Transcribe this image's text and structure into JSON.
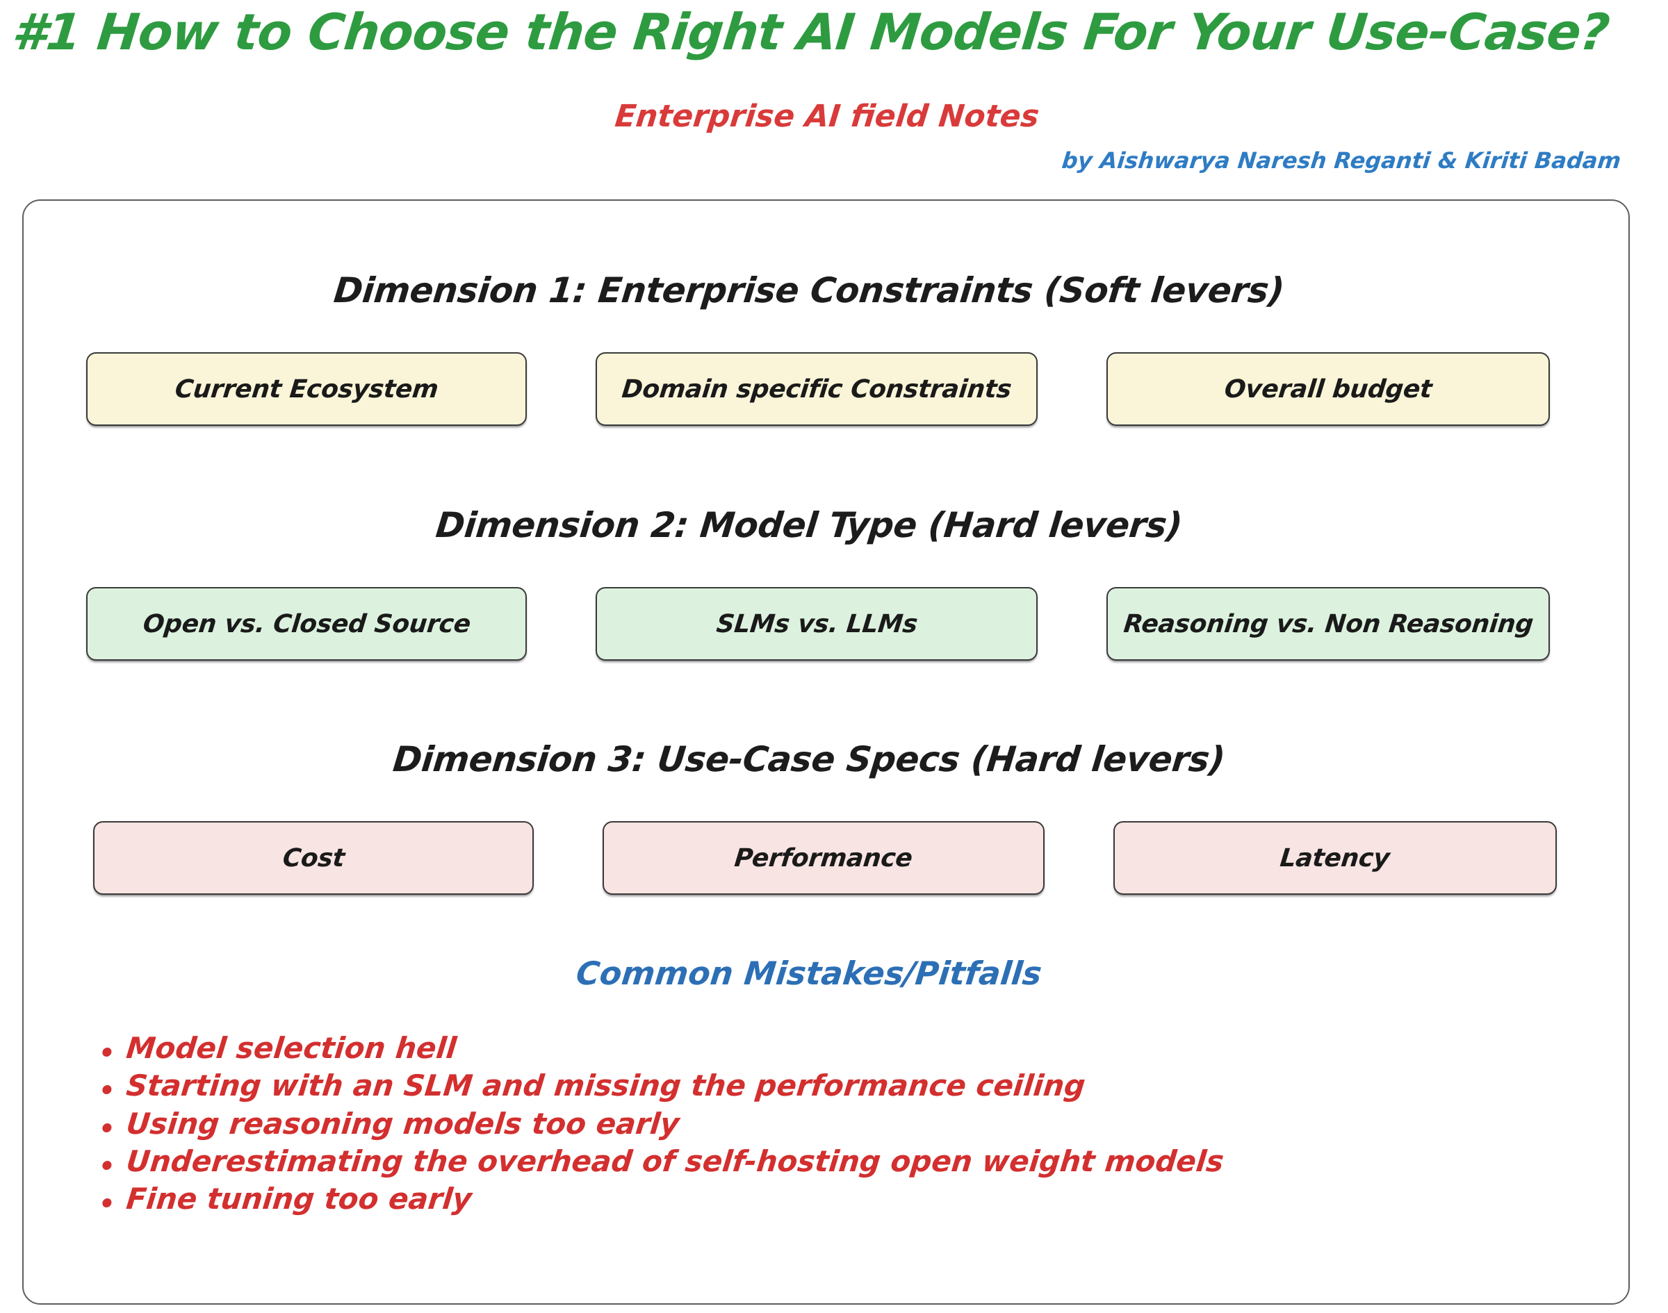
{
  "header": {
    "title": "#1 How to Choose the Right AI Models For Your Use-Case?",
    "subtitle": "Enterprise AI field Notes",
    "byline": "by Aishwarya Naresh Reganti & Kiriti Badam",
    "title_color": "#2E9B41",
    "subtitle_color": "#D93A3A",
    "byline_color": "#2E7CC4"
  },
  "sections": [
    {
      "title": "Dimension 1: Enterprise Constraints (Soft levers)",
      "fill_color": "#faf5d8",
      "items": [
        "Current Ecosystem",
        "Domain specific Constraints",
        "Overall budget"
      ]
    },
    {
      "title": "Dimension 2: Model Type (Hard levers)",
      "fill_color": "#dcf2df",
      "items": [
        "Open vs. Closed Source",
        "SLMs vs. LLMs",
        "Reasoning vs. Non Reasoning"
      ]
    },
    {
      "title": "Dimension 3: Use-Case Specs (Hard levers)",
      "fill_color": "#f8e4e2",
      "items": [
        "Cost",
        "Performance",
        "Latency"
      ]
    }
  ],
  "pitfalls": {
    "title": "Common Mistakes/Pitfalls",
    "title_color": "#2C6FB5",
    "text_color": "#D32F2F",
    "items": [
      "Model selection hell",
      "Starting with an SLM and missing the performance ceiling",
      "Using reasoning models too early",
      "Underestimating the overhead of self-hosting open weight models",
      "Fine tuning too early"
    ]
  }
}
